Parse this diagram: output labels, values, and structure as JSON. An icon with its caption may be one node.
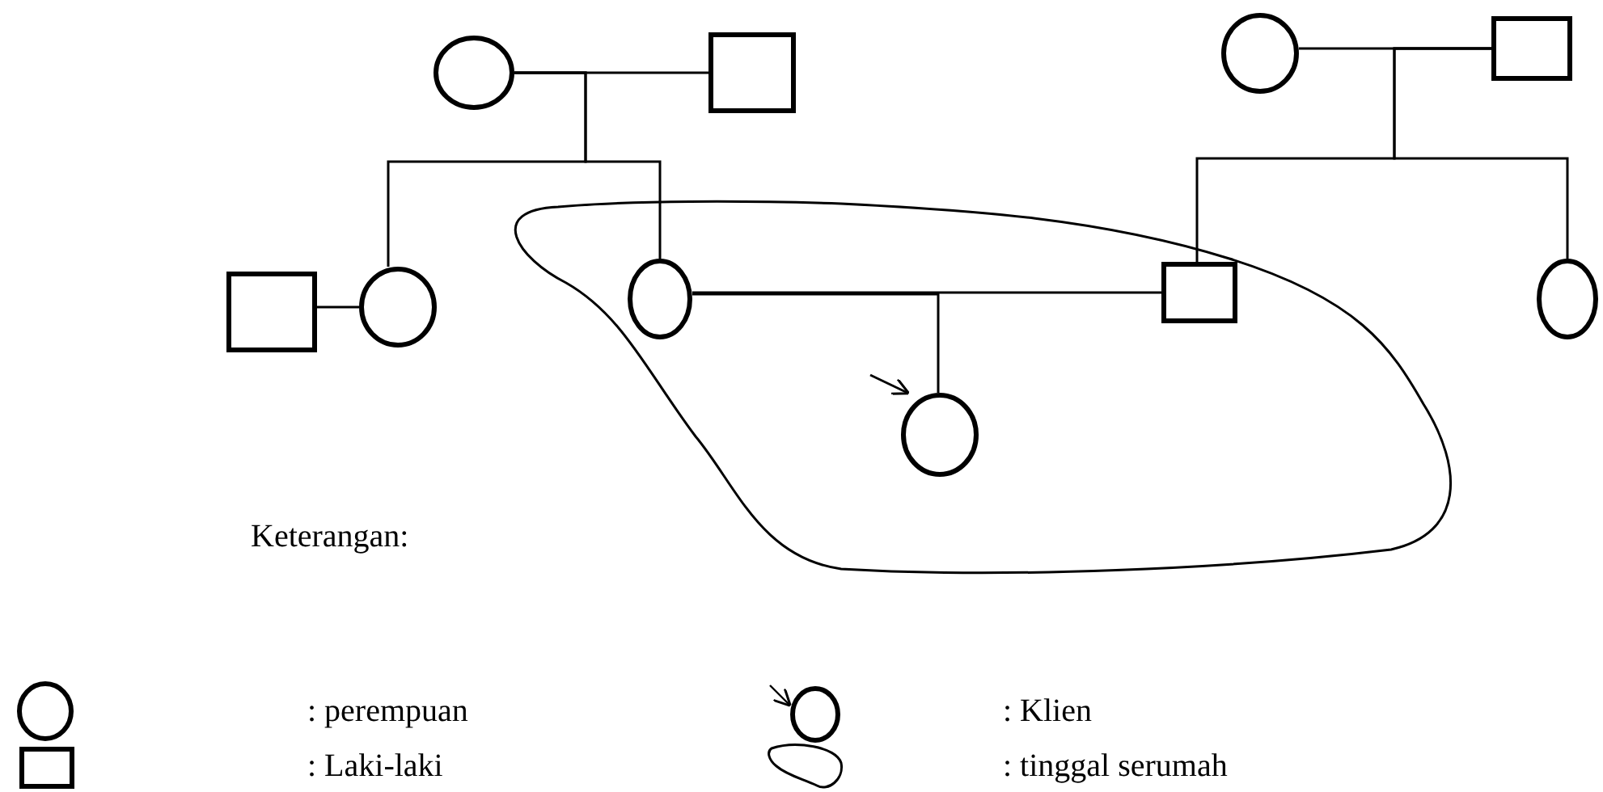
{
  "diagram": {
    "nodes": [
      {
        "text": [],
        "shape": "circle"
      },
      {
        "text": [],
        "shape": "box"
      },
      {
        "text": [],
        "shape": "circle"
      },
      {
        "text": [],
        "shape": "box"
      },
      {
        "text": [],
        "shape": "box"
      },
      {
        "text": [],
        "shape": "circle"
      },
      {
        "text": [],
        "shape": "circle"
      },
      {
        "text": [],
        "shape": "box"
      },
      {
        "text": [],
        "shape": "circle"
      },
      {
        "text": [],
        "shape": "circle"
      }
    ],
    "edges": [
      {
        "from": 0,
        "to": 1,
        "arrow": "none"
      },
      {
        "from": 0,
        "to": 5,
        "arrow": "none"
      },
      {
        "from": 0,
        "to": 6,
        "arrow": "none"
      },
      {
        "from": 2,
        "to": 3,
        "arrow": "none"
      },
      {
        "from": 3,
        "to": 7,
        "arrow": "none"
      },
      {
        "from": 3,
        "to": 8,
        "arrow": "none"
      },
      {
        "from": 4,
        "to": 5,
        "arrow": "none"
      },
      {
        "from": 6,
        "to": 7,
        "arrow": "none"
      },
      {
        "from": 6,
        "to": 9,
        "arrow": "none"
      },
      {
        "from": null,
        "to": 9,
        "arrow": "to"
      }
    ],
    "labels": [
      "Keterangan:"
    ],
    "legend": [
      {
        "text": ": perempuan"
      },
      {
        "text": ": Klien"
      },
      {
        "text": ": Laki-laki"
      },
      {
        "text": ": tinggal serumah"
      }
    ]
  }
}
